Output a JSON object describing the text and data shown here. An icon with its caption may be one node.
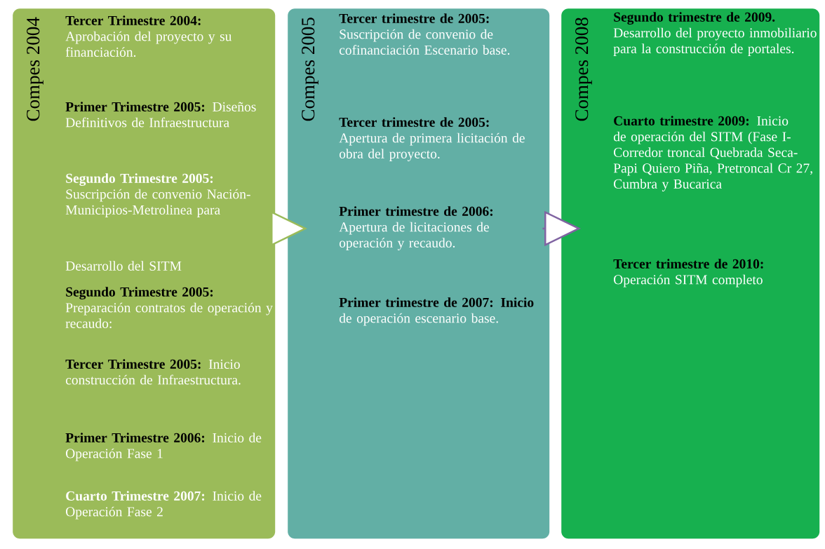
{
  "diagram": {
    "nodes": [
      {
        "text": [
          "Compes 2004",
          "Tercer Trimestre 2004:",
          "Aprobación del proyecto y su financiación.",
          "Primer Trimestre 2005:",
          "Diseños Definitivos de Infraestructura",
          "Segundo Trimestre 2005:",
          "Suscripción de convenio Nación-Municipios-Metrolinea para",
          "Desarrollo del SITM",
          "Segundo Trimestre 2005:",
          "Preparación contratos de operación y recaudo:",
          "Tercer Trimestre 2005:",
          "Inicio construcción de Infraestructura.",
          "Primer Trimestre 2006:",
          "Inicio de Operación Fase 1",
          "Cuarto Trimestre 2007:",
          "Inicio de Operación Fase 2"
        ]
      },
      {
        "text": [
          "Compes 2005",
          "Tercer trimestre de 2005:",
          "Suscripción de convenio de cofinanciación Escenario base.",
          "Tercer trimestre de 2005:",
          "Apertura de primera licitación de obra del proyecto.",
          "Primer trimestre de 2006:",
          "Apertura de licitaciones de operación y recaudo.",
          "Primer trimestre de 2007: Inicio",
          "de operación escenario base."
        ]
      },
      {
        "text": [
          "Compes 2008",
          "Segundo trimestre de 2009.",
          "Desarrollo del proyecto inmobiliario para la construcción de portales.",
          "Cuarto trimestre 2009:",
          "Inicio de operación del SITM (Fase I- Corredor troncal Quebrada Seca-Papi Quiero Piña, Pretroncal Cr 27, Cumbra y Bucarica",
          "Tercer trimestre de 2010:",
          "Operación SITM completo"
        ]
      }
    ],
    "edges": [
      {
        "from": 0,
        "to": 1,
        "arrow": "to",
        "color": "#9bbb59"
      },
      {
        "from": 1,
        "to": 2,
        "arrow": "to",
        "color": "#8064a2"
      }
    ]
  }
}
